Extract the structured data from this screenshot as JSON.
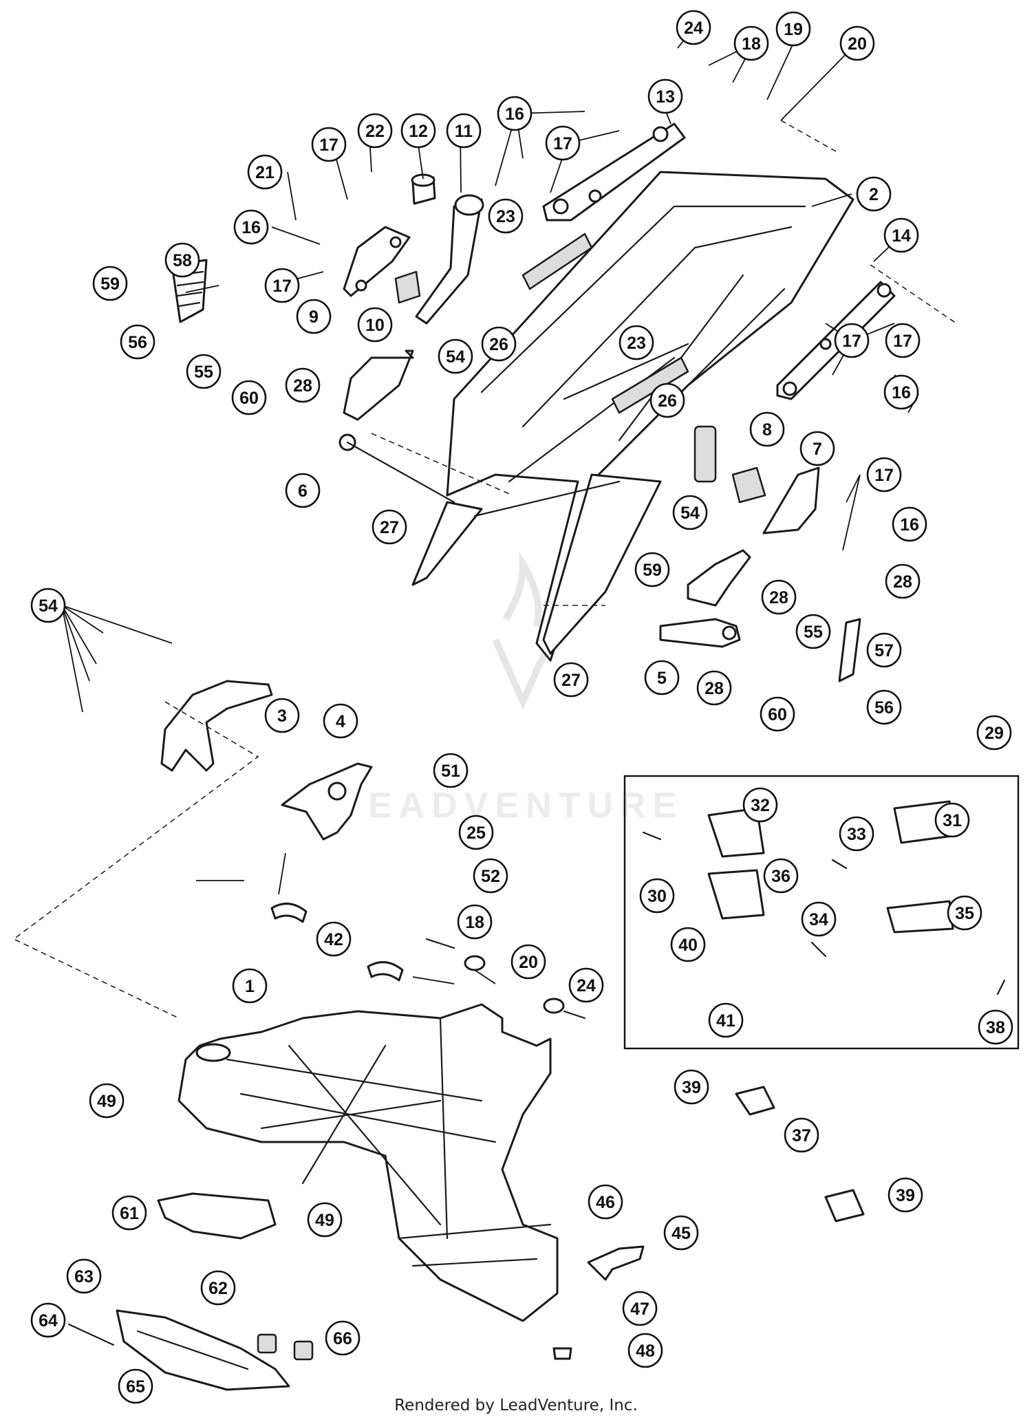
{
  "diagram": {
    "callouts": [
      "1",
      "2",
      "3",
      "4",
      "5",
      "6",
      "7",
      "8",
      "9",
      "10",
      "11",
      "12",
      "13",
      "14",
      "16",
      "16",
      "16",
      "16",
      "17",
      "17",
      "17",
      "17",
      "17",
      "17",
      "18",
      "18",
      "19",
      "20",
      "20",
      "21",
      "22",
      "23",
      "23",
      "24",
      "24",
      "25",
      "26",
      "26",
      "27",
      "27",
      "28",
      "28",
      "28",
      "28",
      "29",
      "30",
      "31",
      "32",
      "33",
      "34",
      "35",
      "36",
      "37",
      "38",
      "39",
      "39",
      "40",
      "41",
      "42",
      "45",
      "46",
      "47",
      "48",
      "49",
      "49",
      "51",
      "52",
      "54",
      "54",
      "54",
      "55",
      "55",
      "56",
      "56",
      "57",
      "58",
      "59",
      "59",
      "60",
      "60",
      "61",
      "62",
      "63",
      "64",
      "65",
      "66"
    ],
    "watermark": "EADVENTURE"
  },
  "footer": {
    "credit": "Rendered by LeadVenture, Inc."
  }
}
